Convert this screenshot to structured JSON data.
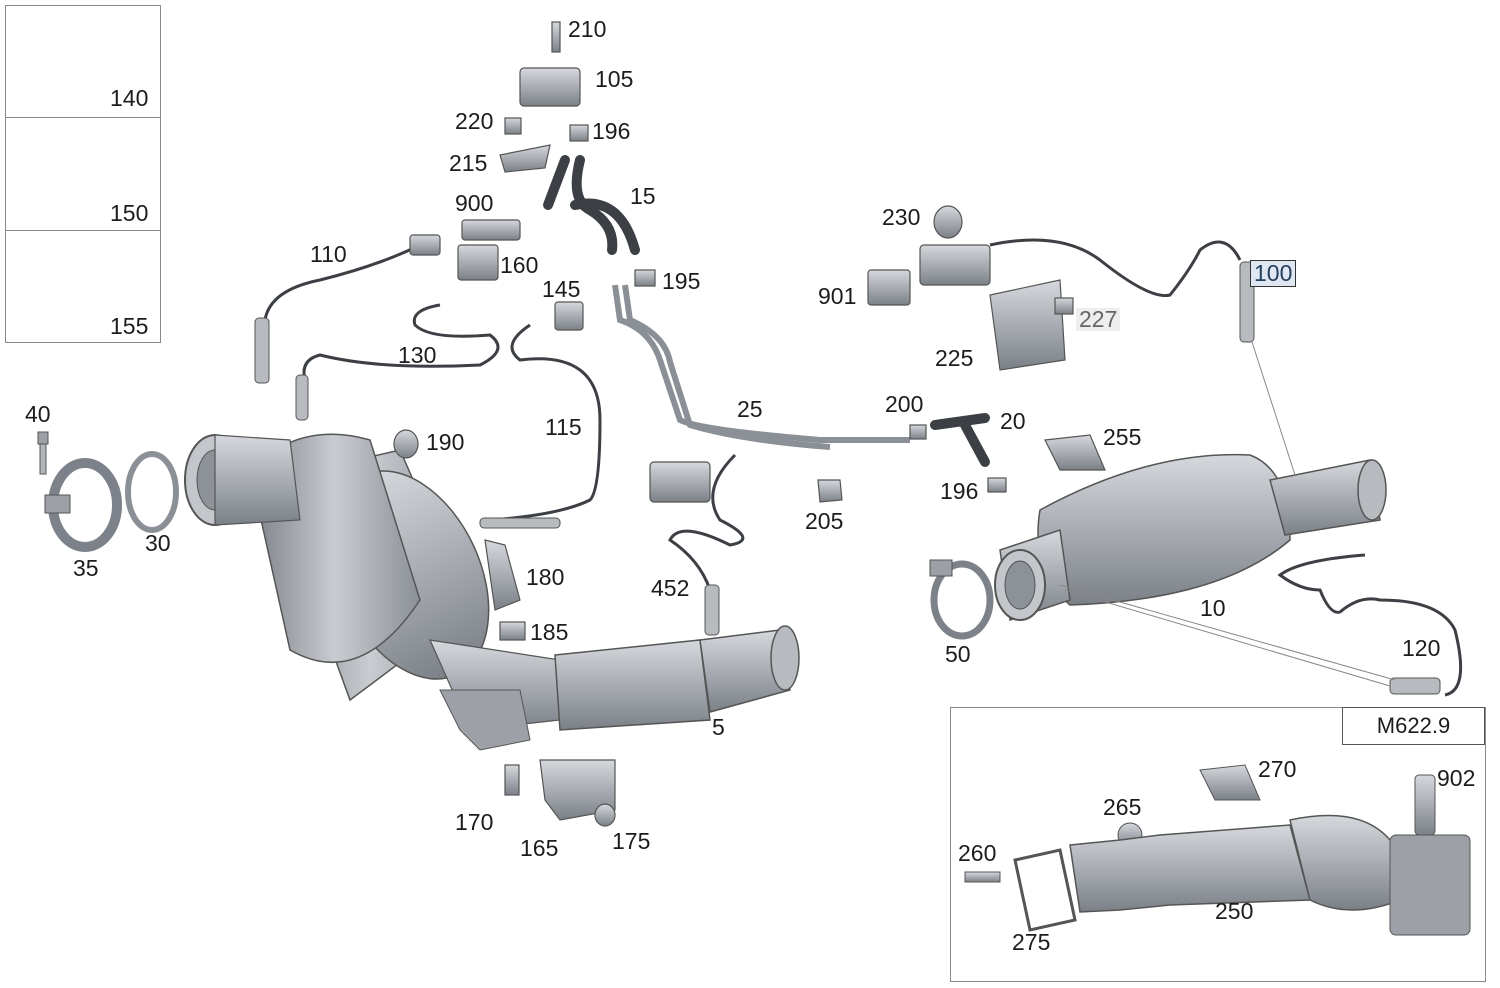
{
  "variant_label": "M622.9",
  "callouts": {
    "c5": "5",
    "c10": "10",
    "c15": "15",
    "c20": "20",
    "c25": "25",
    "c30": "30",
    "c35": "35",
    "c40": "40",
    "c50": "50",
    "c100": "100",
    "c105": "105",
    "c110": "110",
    "c115": "115",
    "c120": "120",
    "c130": "130",
    "c140": "140",
    "c145": "145",
    "c150": "150",
    "c155": "155",
    "c160": "160",
    "c165": "165",
    "c170": "170",
    "c175": "175",
    "c180": "180",
    "c185": "185",
    "c190": "190",
    "c195": "195",
    "c196a": "196",
    "c196b": "196",
    "c200": "200",
    "c205": "205",
    "c210": "210",
    "c215": "215",
    "c220": "220",
    "c225": "225",
    "c227": "227",
    "c230": "230",
    "c250": "250",
    "c255": "255",
    "c260": "260",
    "c265": "265",
    "c270": "270",
    "c275": "275",
    "c452": "452",
    "c900": "900",
    "c901": "901",
    "c902": "902"
  },
  "colors": {
    "part_metal": "#a9adb3",
    "part_shadow": "#7b8087",
    "hose": "#3c3f44",
    "highlight_bg": "#dfe7f2"
  }
}
